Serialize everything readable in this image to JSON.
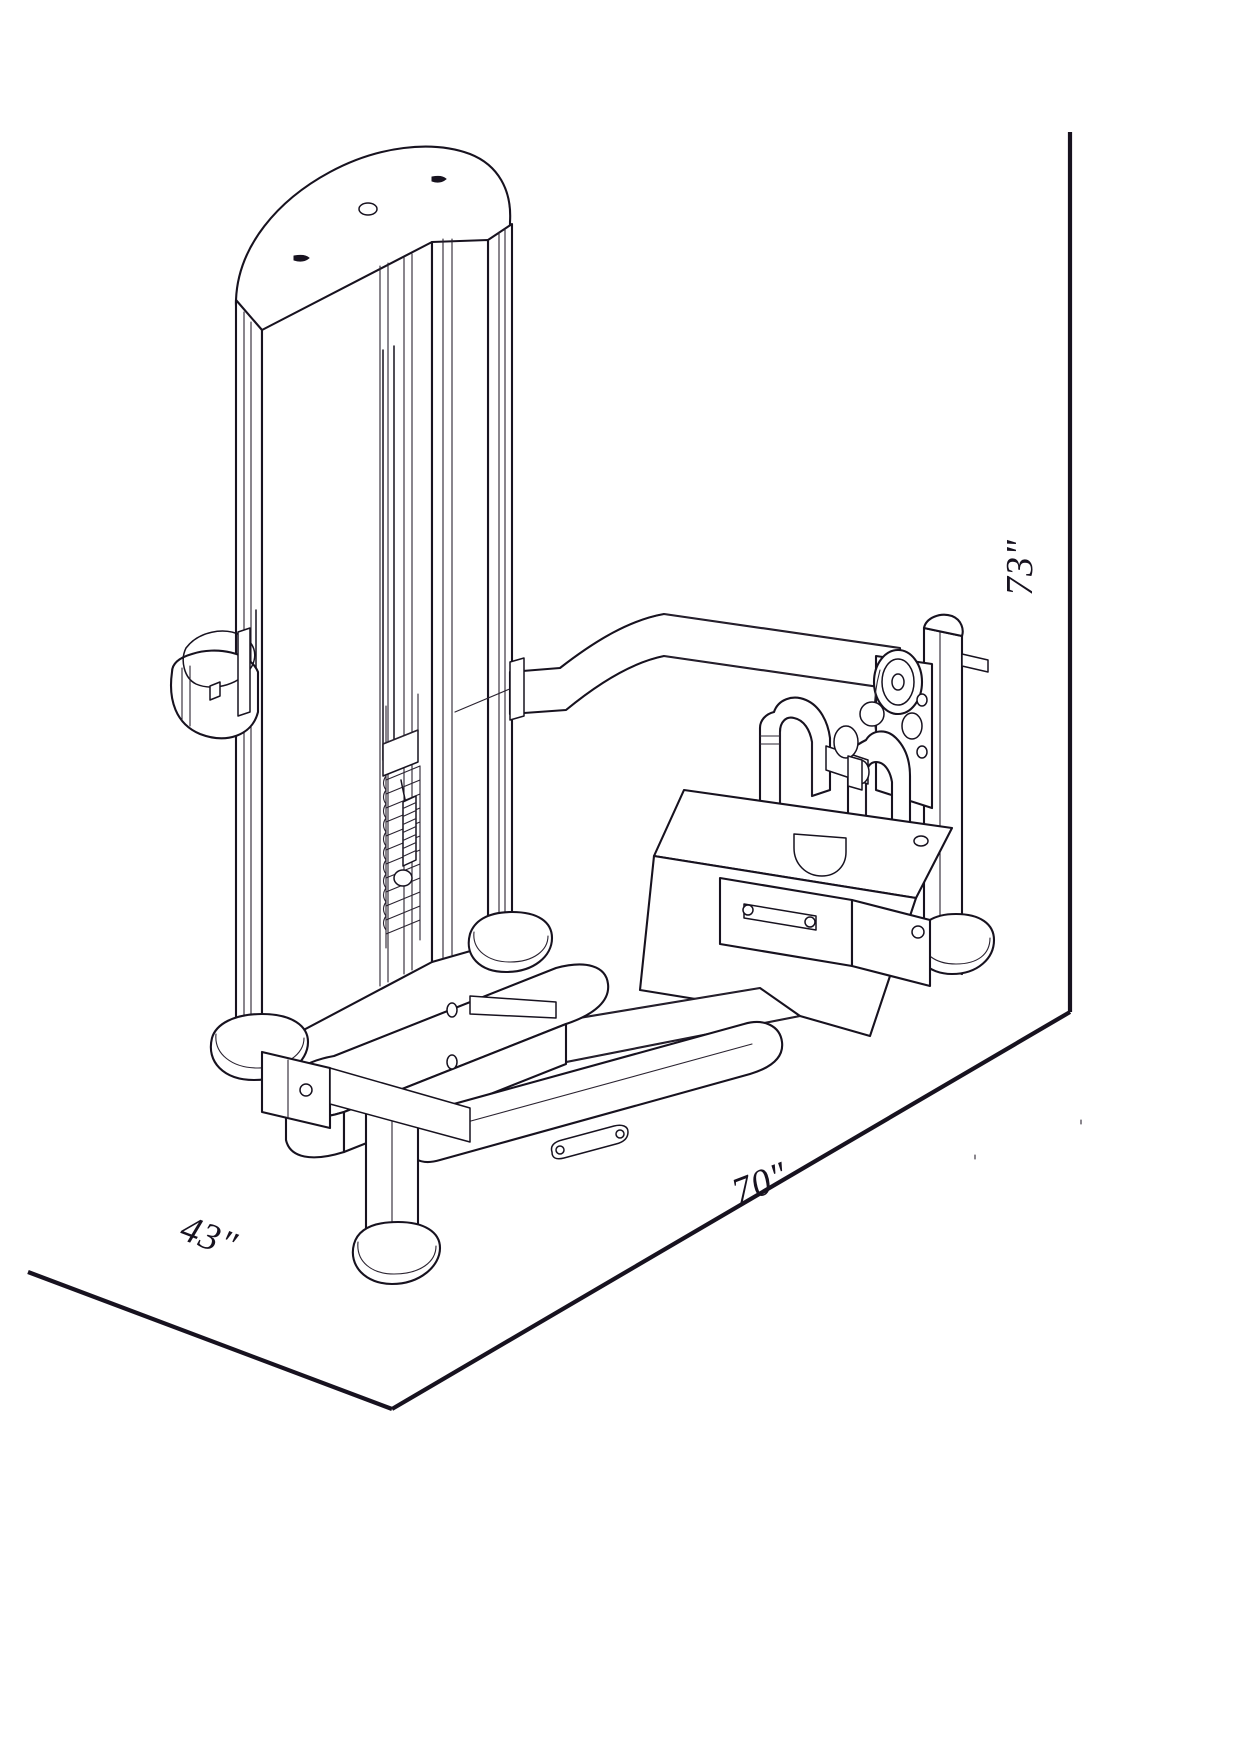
{
  "drawing": {
    "title": "Seated Row / Mid-Row Selectorized Gym Machine — Dimensioned Isometric Line Drawing",
    "subject": "gym-strength-machine",
    "view": "isometric-perspective",
    "style": "black-and-white line art on white",
    "line_color": "#17121f",
    "background_color": "#ffffff"
  },
  "dimensions": {
    "height": {
      "label": "73\"",
      "value": 73,
      "unit": "inch",
      "axis": "vertical",
      "name": "overall-height"
    },
    "depth": {
      "label": "70\"",
      "value": 70,
      "unit": "inch",
      "axis": "depth-right",
      "name": "overall-length"
    },
    "width": {
      "label": "43\"",
      "value": 43,
      "unit": "inch",
      "axis": "depth-left",
      "name": "overall-width"
    }
  },
  "components": {
    "weight_stack_shroud": "weight-stack-shroud",
    "top_cap": "weight-stack-top-cap",
    "weight_plates": "weight-plate-stack",
    "selector_pin": "weight-selector-pin",
    "guide_rods": "weight-stack-guide-rods",
    "accessory_holder": "accessory-cup-holder",
    "seat_pad": "seat-pad",
    "chest_pad": "chest-support-pad",
    "handles": "row-handles",
    "pulley_cam": "pulley-cam-assembly",
    "cable": "steel-cable",
    "main_frame": "main-frame-tube",
    "base_rails": "base-frame-rails",
    "foot_pads": "floor-foot-pads",
    "upright_posts": "vertical-upright-posts",
    "adjustment_lever": "seat-adjustment-lever",
    "reference_plane": "floor-reference-plane"
  }
}
